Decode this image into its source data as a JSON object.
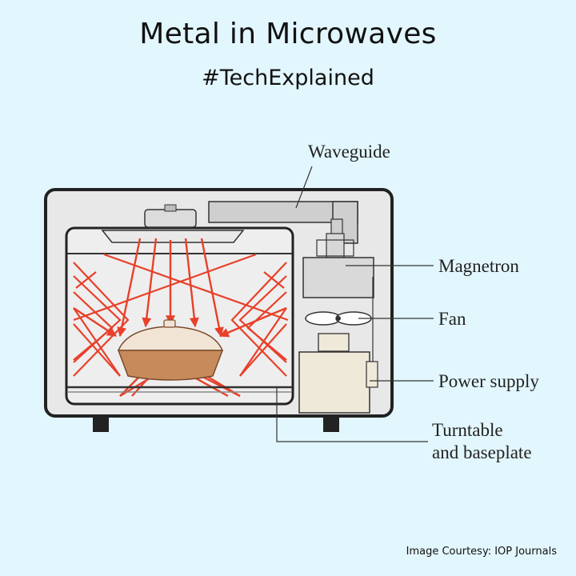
{
  "header": {
    "title": "Metal in Microwaves",
    "subtitle": "#TechExplained"
  },
  "labels": {
    "waveguide": "Waveguide",
    "magnetron": "Magnetron",
    "fan": "Fan",
    "power_supply": "Power supply",
    "turntable_line1": "Turntable",
    "turntable_line2": "and baseplate"
  },
  "credit": "Image Courtesy: IOP Journals",
  "colors": {
    "background": "#e2f6fd",
    "oven_body": "#e8e8e8",
    "oven_outline": "#222222",
    "microwave_rays": "#e8402a",
    "dish": "#c78a5a"
  }
}
